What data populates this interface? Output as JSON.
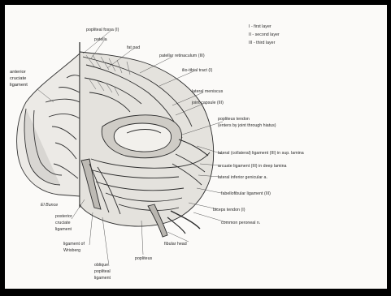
{
  "legend": {
    "items": [
      "I - first layer",
      "II - second layer",
      "III - third layer"
    ]
  },
  "labels": {
    "popliteal_surface": "popliteal fossa (I)",
    "patella": "patella",
    "fat_pad": "fat pad",
    "patellar_retinaculum": "patellar retinaculum (III)",
    "iliotibial_tract": "ilio-tibial tract (I)",
    "lateral_meniscus": "lateral meniscus",
    "joint_capsule": "joint capsule (III)",
    "popliteus_tendon": "popliteus tendon",
    "popliteus_tendon_note": "(enters by joint through hiatus)",
    "lateral_collateral": "lateral (collateral) ligament (III) in sup. lamina",
    "arcuate_ligament": "arcuate ligament (III) in deep lamina",
    "inferior_genicular": "lateral inferior genicular a.",
    "fabellofibular": "fabellofibular ligament (III)",
    "biceps_tendon": "biceps tendon (I)",
    "common_peroneal": "common peroneal n.",
    "fibular_head": "fibular head",
    "popliteus": "popliteus",
    "oblique_popliteal": "oblique popliteal ligament",
    "ligament_wrisberg": "ligament of Wrisberg",
    "posterior_cruciate": "posterior cruciate ligament",
    "anterior_cruciate": "anterior cruciate ligament",
    "signature": "El Bunce"
  }
}
